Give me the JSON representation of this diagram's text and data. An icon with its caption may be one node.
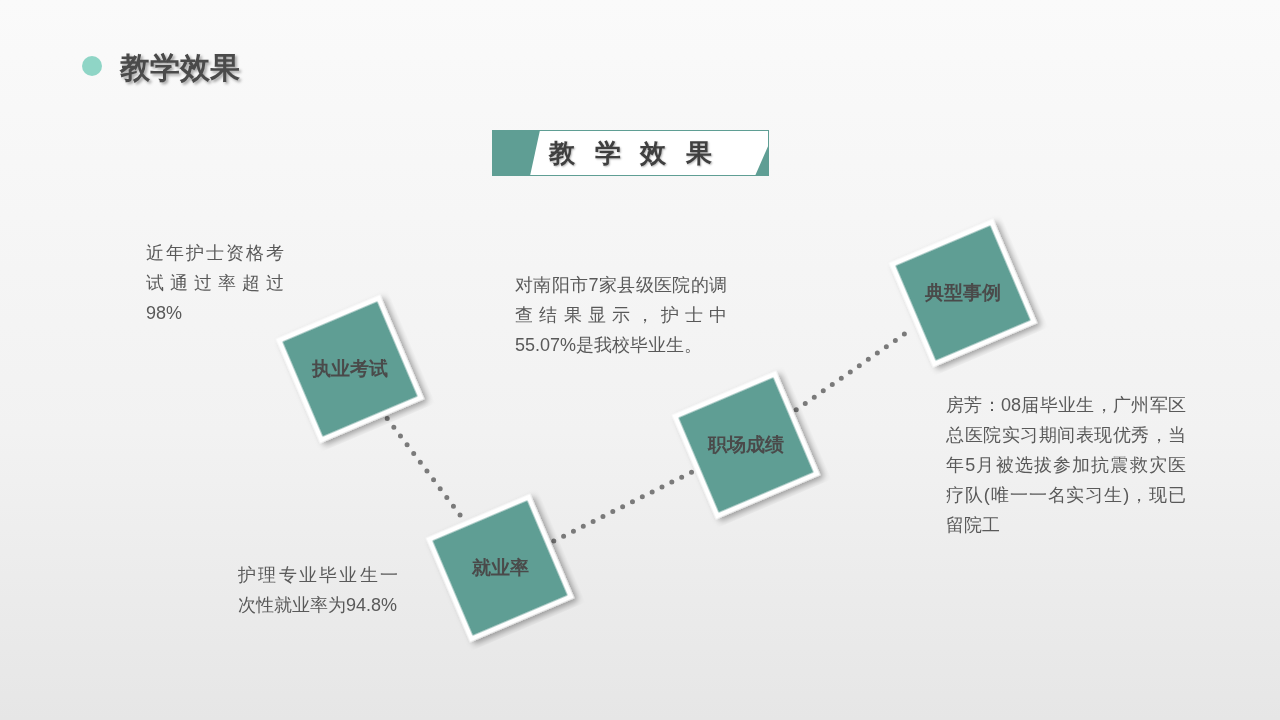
{
  "diagram": {
    "title": "教学效果",
    "nodes": [
      {
        "text": [
          "教学效果"
        ]
      },
      {
        "text": [
          "执业考试"
        ],
        "beside": [
          "近年护士资格考试通过率超过98%"
        ]
      },
      {
        "text": [
          "就业率"
        ],
        "beside": [
          "护理专业毕业生一次性就业率为94.8%"
        ]
      },
      {
        "text": [
          "职场成绩"
        ],
        "beside": [
          "对南阳市7家县级医院的调查结果显示，护士中55.07%是我校毕业生。"
        ]
      },
      {
        "text": [
          "典型事例"
        ],
        "beside": [
          "房芳：08届毕业生，广州军区总医院实习期间表现优秀，当年5月被选拔参加抗震救灾医疗队(唯一一名实习生)，现已留院工"
        ]
      }
    ],
    "edges": [
      {
        "from": 1,
        "to": 2,
        "arrow": "none",
        "style": "dashed"
      },
      {
        "from": 2,
        "to": 3,
        "arrow": "none",
        "style": "dashed"
      },
      {
        "from": 3,
        "to": 4,
        "arrow": "none",
        "style": "dashed"
      }
    ]
  }
}
